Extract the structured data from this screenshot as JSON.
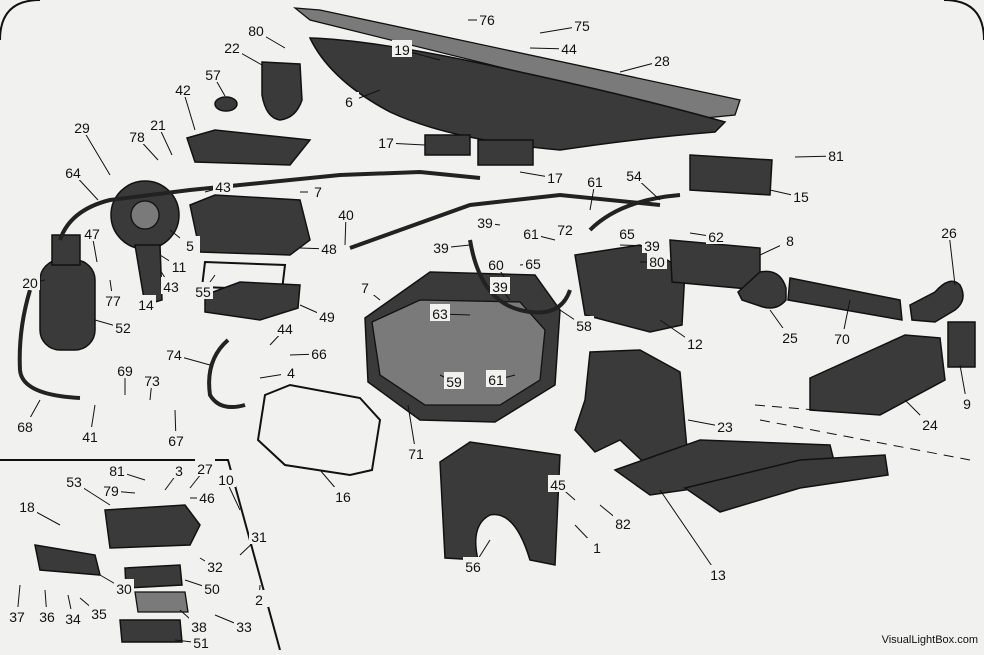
{
  "callouts": [
    "80",
    "76",
    "75",
    "22",
    "19",
    "44",
    "28",
    "57",
    "6",
    "42",
    "78",
    "21",
    "29",
    "17",
    "17",
    "81",
    "64",
    "43",
    "7",
    "54",
    "61",
    "15",
    "40",
    "39",
    "61",
    "72",
    "65",
    "62",
    "5",
    "39",
    "39",
    "8",
    "80",
    "47",
    "48",
    "26",
    "11",
    "60",
    "65",
    "20",
    "14",
    "43",
    "55",
    "39",
    "7",
    "77",
    "25",
    "70",
    "52",
    "63",
    "49",
    "58",
    "12",
    "44",
    "66",
    "74",
    "4",
    "69",
    "73",
    "61",
    "59",
    "23",
    "68",
    "41",
    "67",
    "16",
    "71",
    "24",
    "9",
    "81",
    "3",
    "27",
    "53",
    "79",
    "46",
    "10",
    "45",
    "18",
    "82",
    "56",
    "31",
    "32",
    "13",
    "1",
    "30",
    "50",
    "37",
    "36",
    "34",
    "35",
    "38",
    "33",
    "2",
    "51"
  ],
  "watermark": "VisualLightBox.com"
}
